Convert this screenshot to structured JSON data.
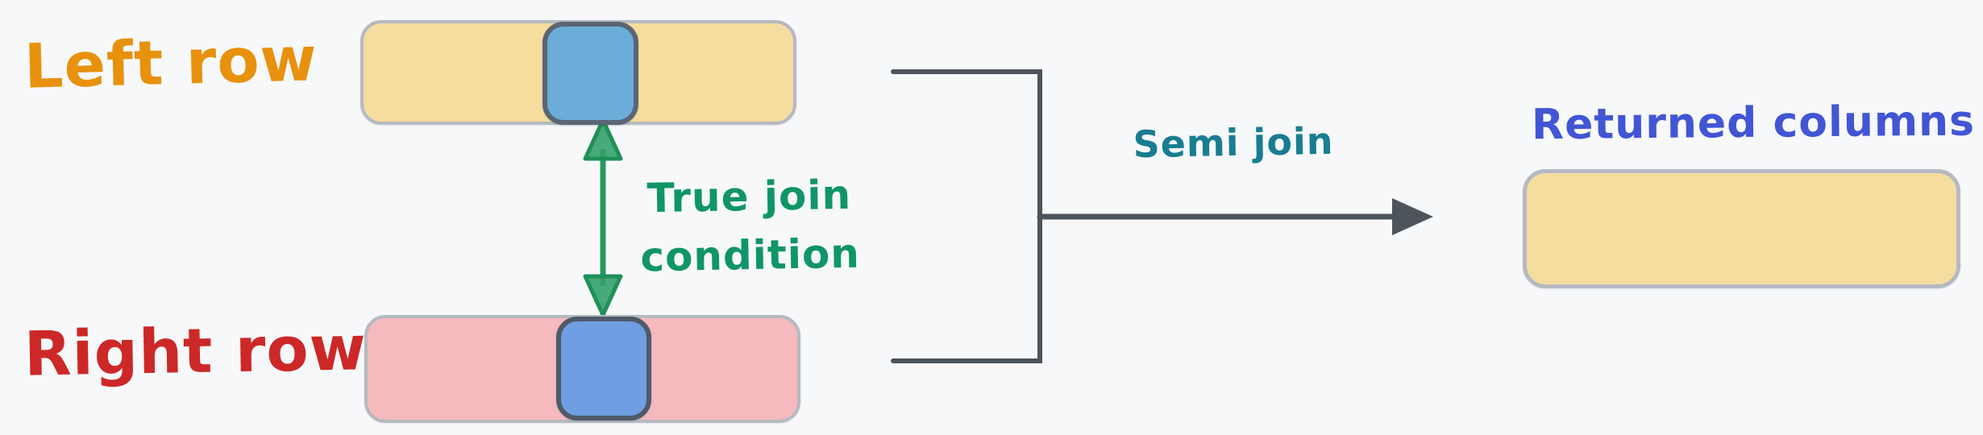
{
  "labels": {
    "left_row": "Left row",
    "right_row": "Right row",
    "true_join_condition_lines": [
      "True join",
      "condition"
    ],
    "semi_join": "Semi join",
    "returned_columns": "Returned columns"
  },
  "colors": {
    "background": "#f7f8fa",
    "left_row_label": "#e8910d",
    "right_row_label": "#cc2827",
    "true_join_label": "#0f9664",
    "semi_join_label": "#197d91",
    "returned_columns_label": "#4255d4",
    "left_row_fill": "#f5dc9f",
    "right_row_fill": "#f5b9be",
    "returned_columns_fill": "#f5dc9f",
    "row_border": "#b5bac1",
    "left_key_cell_fill": "#6badd8",
    "right_key_cell_fill": "#6f9fe2",
    "key_cell_border": "#566173",
    "connector": "#4e545c",
    "true_join_arrow": "#28995f"
  }
}
